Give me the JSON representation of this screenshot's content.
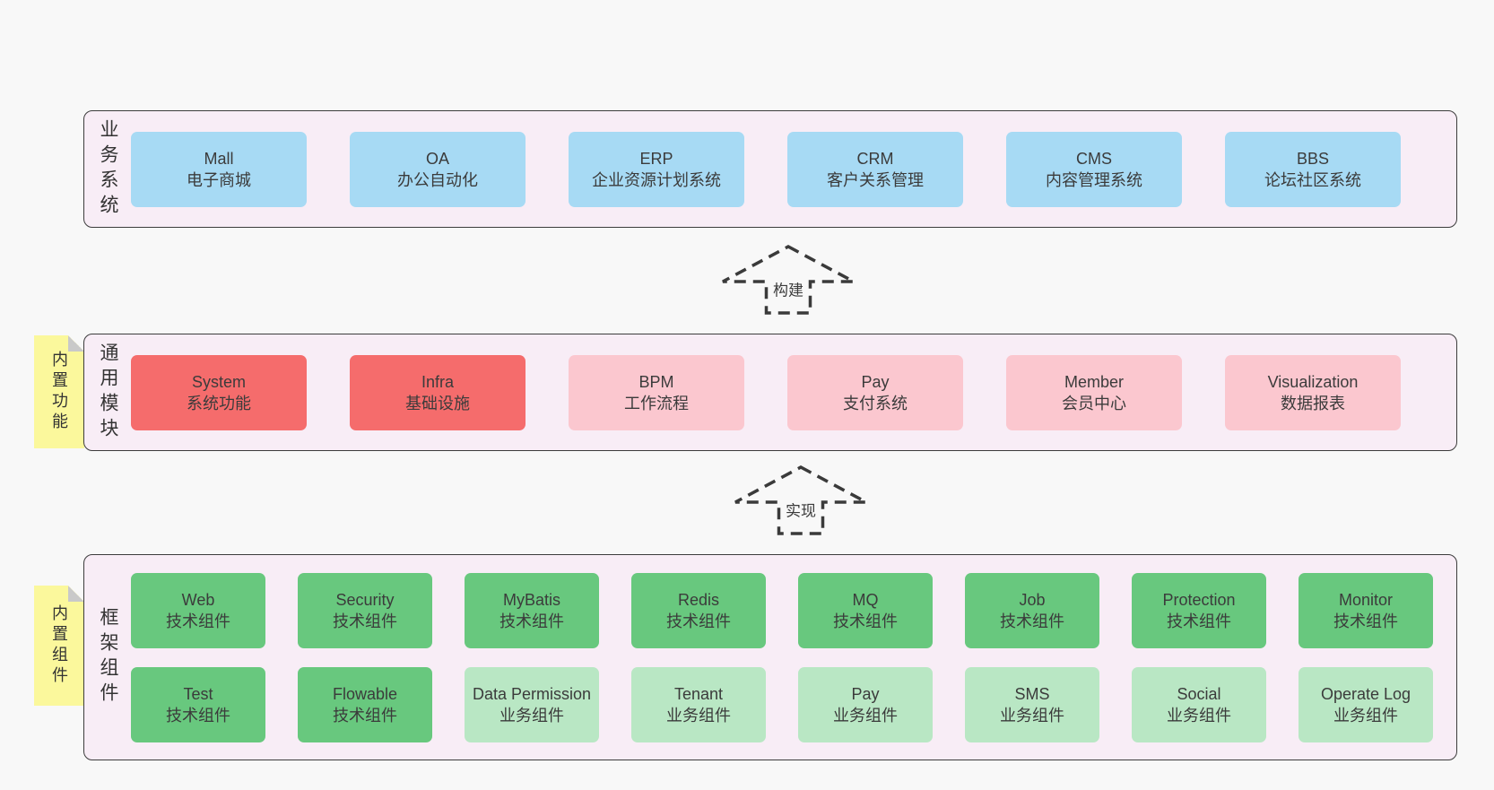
{
  "arrows": [
    {
      "label": "构建"
    },
    {
      "label": "实现"
    }
  ],
  "tiers": [
    {
      "label": "业务系统",
      "boxes": [
        {
          "name": "Mall",
          "desc": "电子商城",
          "variant": "blue"
        },
        {
          "name": "OA",
          "desc": "办公自动化",
          "variant": "blue"
        },
        {
          "name": "ERP",
          "desc": "企业资源计划系统",
          "variant": "blue"
        },
        {
          "name": "CRM",
          "desc": "客户关系管理",
          "variant": "blue"
        },
        {
          "name": "CMS",
          "desc": "内容管理系统",
          "variant": "blue"
        },
        {
          "name": "BBS",
          "desc": "论坛社区系统",
          "variant": "blue"
        }
      ]
    },
    {
      "label": "通用模块",
      "note": "内置功能",
      "boxes": [
        {
          "name": "System",
          "desc": "系统功能",
          "variant": "red"
        },
        {
          "name": "Infra",
          "desc": "基础设施",
          "variant": "red"
        },
        {
          "name": "BPM",
          "desc": "工作流程",
          "variant": "pink"
        },
        {
          "name": "Pay",
          "desc": "支付系统",
          "variant": "pink"
        },
        {
          "name": "Member",
          "desc": "会员中心",
          "variant": "pink"
        },
        {
          "name": "Visualization",
          "desc": "数据报表",
          "variant": "pink"
        }
      ]
    },
    {
      "label": "框架组件",
      "note": "内置组件",
      "rows": [
        [
          {
            "name": "Web",
            "desc": "技术组件",
            "variant": "green"
          },
          {
            "name": "Security",
            "desc": "技术组件",
            "variant": "green"
          },
          {
            "name": "MyBatis",
            "desc": "技术组件",
            "variant": "green"
          },
          {
            "name": "Redis",
            "desc": "技术组件",
            "variant": "green"
          },
          {
            "name": "MQ",
            "desc": "技术组件",
            "variant": "green"
          },
          {
            "name": "Job",
            "desc": "技术组件",
            "variant": "green"
          },
          {
            "name": "Protection",
            "desc": "技术组件",
            "variant": "green"
          },
          {
            "name": "Monitor",
            "desc": "技术组件",
            "variant": "green"
          }
        ],
        [
          {
            "name": "Test",
            "desc": "技术组件",
            "variant": "green"
          },
          {
            "name": "Flowable",
            "desc": "技术组件",
            "variant": "green"
          },
          {
            "name": "Data Permission",
            "desc": "业务组件",
            "variant": "lightgreen"
          },
          {
            "name": "Tenant",
            "desc": "业务组件",
            "variant": "lightgreen"
          },
          {
            "name": "Pay",
            "desc": "业务组件",
            "variant": "lightgreen"
          },
          {
            "name": "SMS",
            "desc": "业务组件",
            "variant": "lightgreen"
          },
          {
            "name": "Social",
            "desc": "业务组件",
            "variant": "lightgreen"
          },
          {
            "name": "Operate Log",
            "desc": "业务组件",
            "variant": "lightgreen"
          }
        ]
      ]
    }
  ],
  "colors": {
    "page_bg": "#f8f8f8",
    "container_bg": "#f8edf6",
    "container_border": "#3c3c3c",
    "blue": "#a7daf4",
    "red": "#f56c6c",
    "pink": "#fbc7cf",
    "green": "#68c87e",
    "light_green": "#b9e7c4",
    "note_yellow": "#fbf89c",
    "note_fold": "#c9c9c9",
    "text": "#3b3b3b"
  }
}
